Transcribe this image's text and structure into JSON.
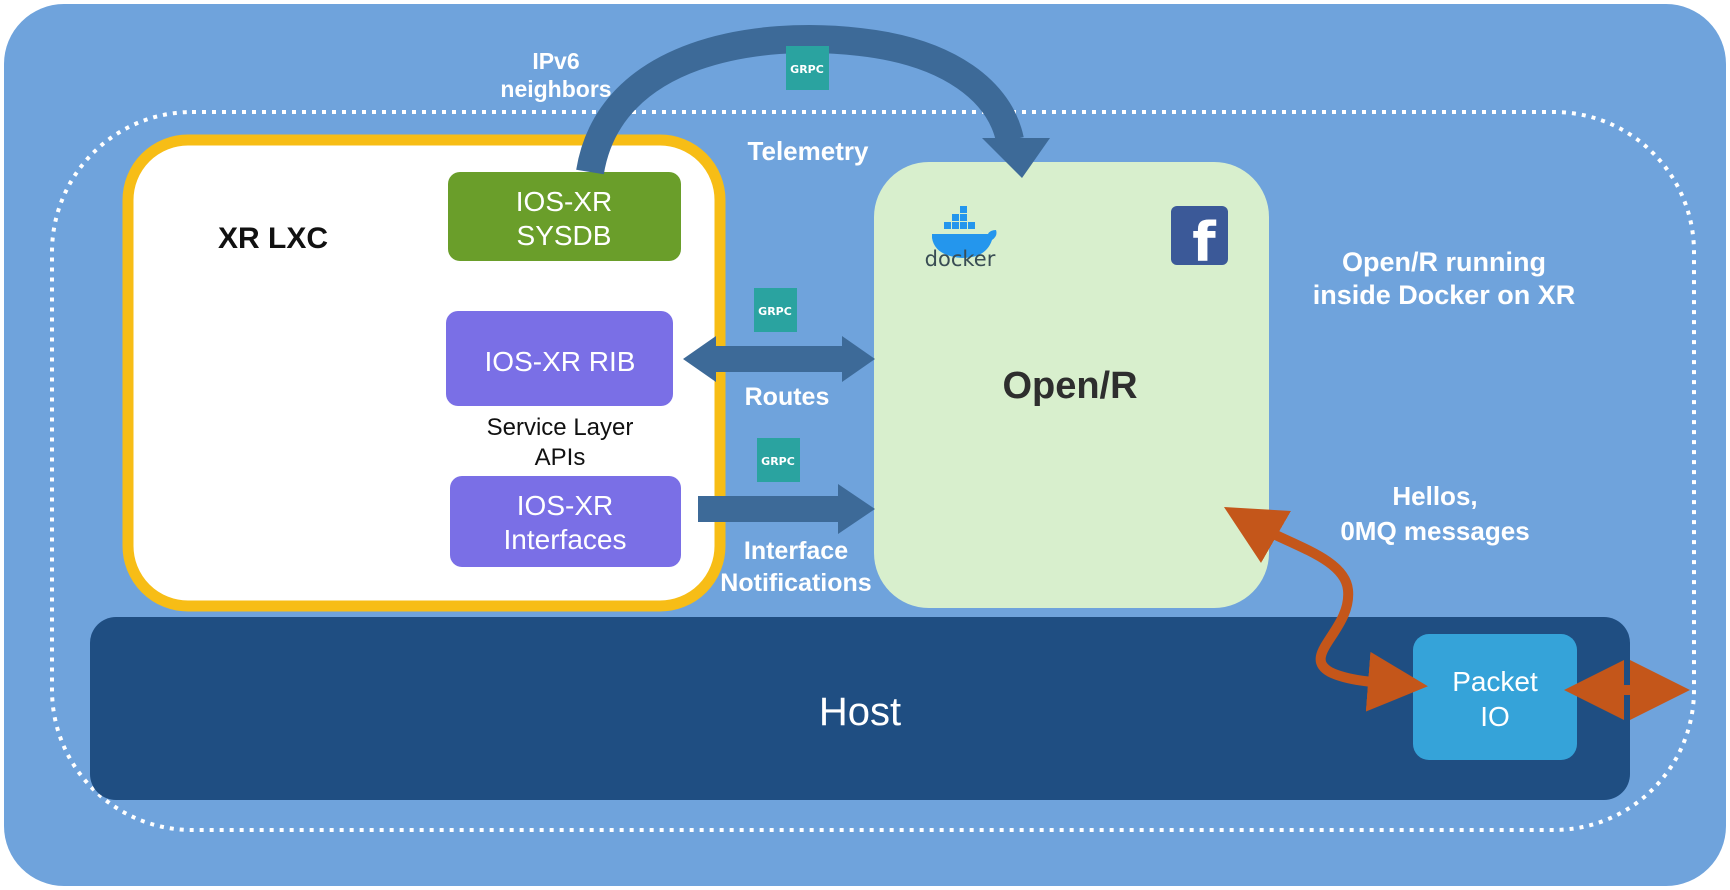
{
  "colors": {
    "background": "#6fa3dc",
    "xr_lxc_border": "#f7bd16",
    "sysdb": "#6a9e2a",
    "rib": "#7a6fe6",
    "openr_box": "#d8efcd",
    "host": "#1f4e82",
    "packet_io": "#35a3d9",
    "arrow_blue": "#3d6a98",
    "arrow_orange": "#c4561a",
    "grpc_badge": "#2aa3a0"
  },
  "labels": {
    "ipv6_neighbors": [
      "IPv6",
      "neighbors"
    ],
    "telemetry": "Telemetry",
    "routes": "Routes",
    "interface_notifications": [
      "Interface",
      "Notifications"
    ],
    "openr_running": [
      "Open/R running",
      "inside Docker on XR"
    ],
    "hellos": [
      "Hellos,",
      "0MQ messages"
    ],
    "service_layer": [
      "Service Layer",
      "APIs"
    ]
  },
  "boxes": {
    "xr_lxc": "XR LXC",
    "sysdb": [
      "IOS-XR",
      "SYSDB"
    ],
    "rib": "IOS-XR RIB",
    "interfaces": [
      "IOS-XR",
      "Interfaces"
    ],
    "openr": "Open/R",
    "host": "Host",
    "packet_io": [
      "Packet",
      "IO"
    ]
  },
  "icons": {
    "grpc": "GRPC",
    "docker": "docker",
    "facebook": "f"
  }
}
